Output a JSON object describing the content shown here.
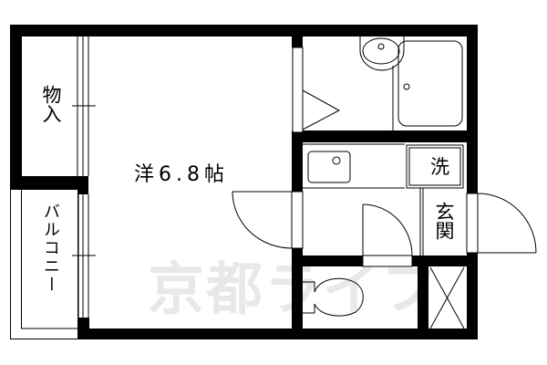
{
  "floor_plan": {
    "rooms": {
      "western_room": {
        "label": "洋6.8帖",
        "type": "洋室",
        "size": "6.8",
        "unit": "帖"
      },
      "storage": {
        "label": "物入"
      },
      "balcony": {
        "label": "バルコニー"
      },
      "washer": {
        "label": "洗"
      },
      "entrance": {
        "label": "玄関"
      }
    },
    "fixtures": [
      "bath-tub",
      "wash-basin",
      "kitchen-sink",
      "toilet",
      "washer-space",
      "closet"
    ],
    "watermark": "京都ライフ"
  },
  "colors": {
    "wall": "#000000",
    "background": "#ffffff",
    "watermark": "#e8e8e8"
  }
}
